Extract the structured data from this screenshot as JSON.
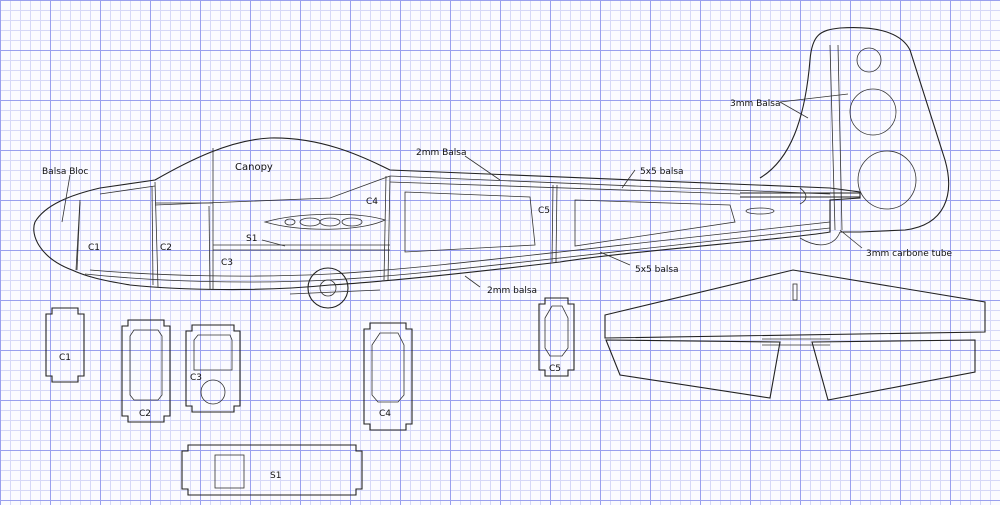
{
  "labels": {
    "balsa_bloc": "Balsa Bloc",
    "canopy": "Canopy",
    "balsa_2mm_top": "2mm Balsa",
    "balsa_5x5_top": "5x5 balsa",
    "balsa_3mm": "3mm Balsa",
    "carbone_tube": "3mm carbone tube",
    "balsa_5x5_bottom": "5x5 balsa",
    "balsa_2mm_bottom": "2mm balsa",
    "c1": "C1",
    "c2": "C2",
    "c3": "C3",
    "c4": "C4",
    "c5": "C5",
    "s1": "S1"
  },
  "parts": {
    "c1": "C1",
    "c2": "C2",
    "c3": "C3",
    "c4": "C4",
    "c5": "C5",
    "s1": "S1"
  },
  "colors": {
    "grid_major": "#9aa0ee",
    "grid_minor": "#d6d8f7",
    "line": "#222222",
    "background": "#fbfbff"
  }
}
